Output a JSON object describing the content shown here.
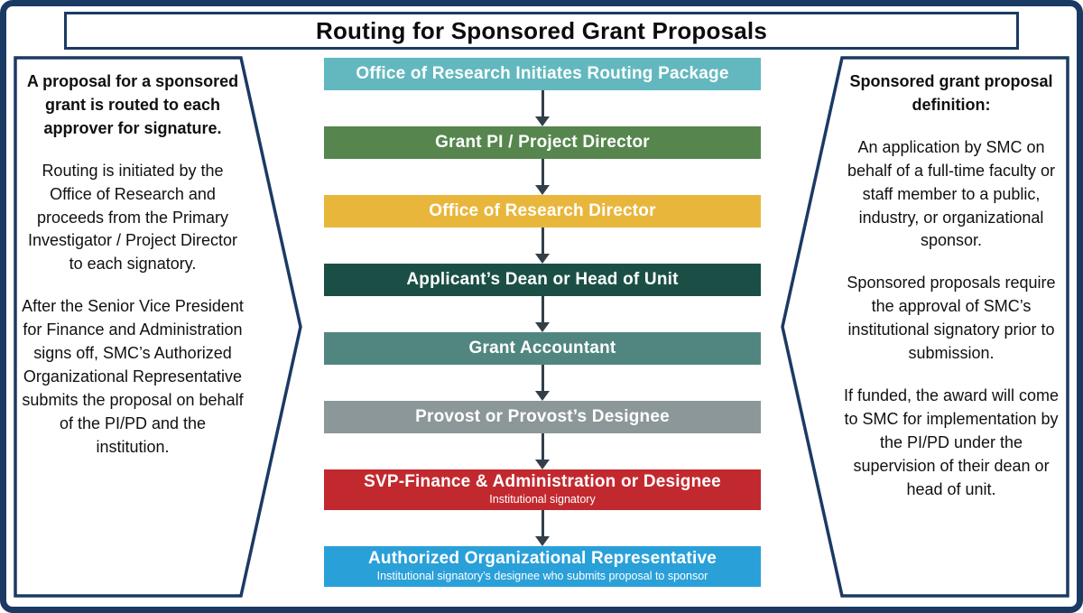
{
  "title": "Routing for Sponsored Grant Proposals",
  "colors": {
    "frame_border": "#1b3a63",
    "arrow": "#333f48",
    "background": "#ffffff"
  },
  "left_panel": {
    "lead": "A proposal for a sponsored grant is routed to each approver for signature.",
    "para1": "Routing is initiated by the Office of Research and proceeds from the Primary Investigator / Project Director to each signatory.",
    "para2": "After the Senior Vice President for Finance and Administration signs off, SMC’s Authorized Organizational Representative submits the proposal on behalf of the PI/PD and the institution."
  },
  "right_panel": {
    "heading": "Sponsored grant proposal definition:",
    "para1": "An application by SMC on behalf of a full-time faculty or staff member to a public, industry, or organizational sponsor.",
    "para2": "Sponsored proposals require the approval of SMC’s institutional signatory prior to submission.",
    "para3": "If funded, the award will come to SMC for implementation by the PI/PD under the supervision of their dean or head of unit."
  },
  "flow": {
    "steps": [
      {
        "label": "Office of Research Initiates Routing Package",
        "sublabel": "",
        "color": "#62b8be"
      },
      {
        "label": "Grant PI / Project Director",
        "sublabel": "",
        "color": "#56864d"
      },
      {
        "label": "Office of Research Director",
        "sublabel": "",
        "color": "#e9b63c"
      },
      {
        "label": "Applicant’s Dean or Head of Unit",
        "sublabel": "",
        "color": "#1b4f46"
      },
      {
        "label": "Grant Accountant",
        "sublabel": "",
        "color": "#518680"
      },
      {
        "label": "Provost or Provost’s Designee",
        "sublabel": "",
        "color": "#8c979a"
      },
      {
        "label": "SVP-Finance & Administration or Designee",
        "sublabel": "Institutional signatory",
        "color": "#c2292f"
      },
      {
        "label": "Authorized Organizational Representative",
        "sublabel": "Institutional signatory’s designee who submits proposal to sponsor",
        "color": "#2aa0d9"
      }
    ]
  }
}
